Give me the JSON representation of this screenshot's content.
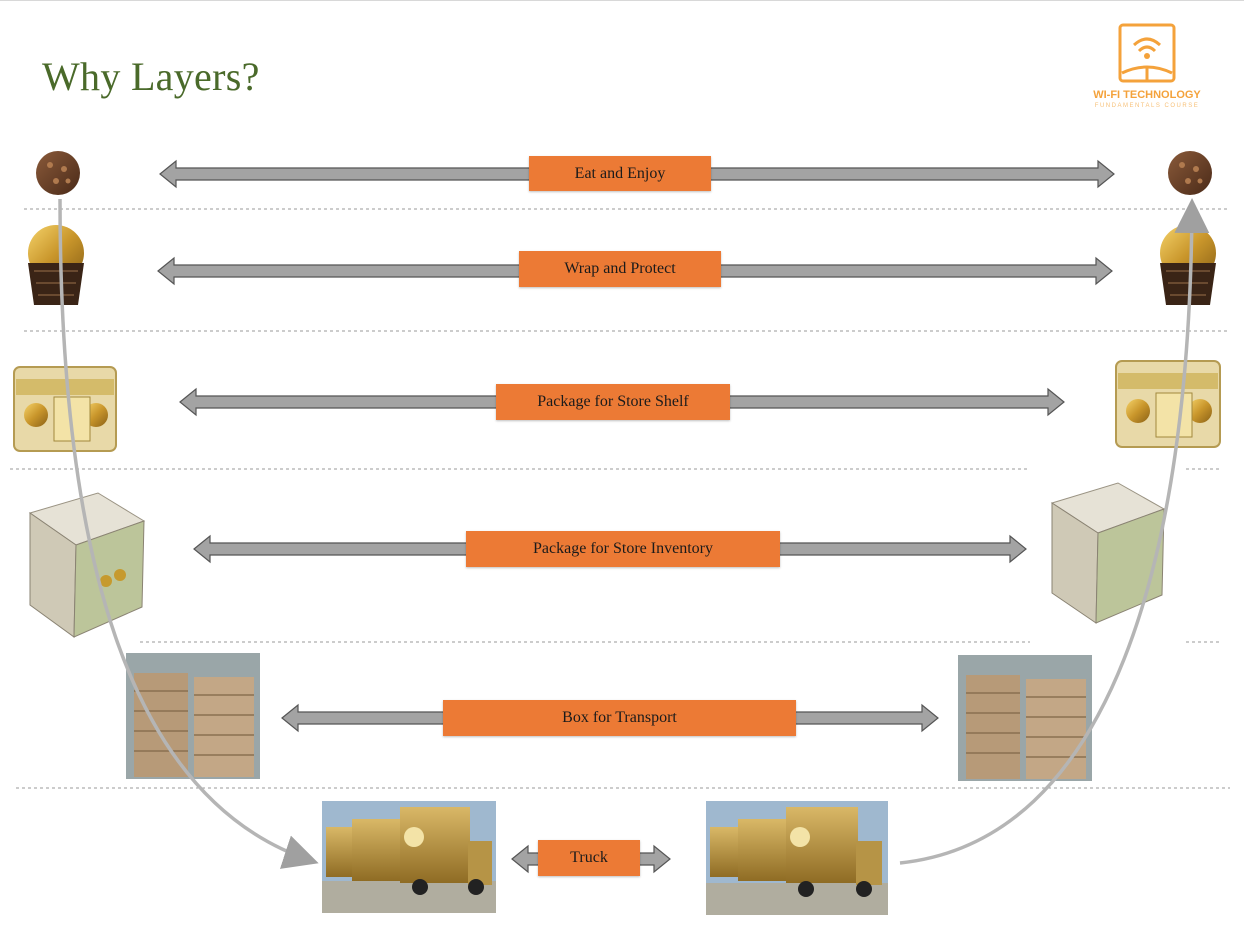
{
  "title": "Why Layers?",
  "logo": {
    "wordmark": "WI-FI TECHNOLOGY",
    "subtitle": "FUNDAMENTALS COURSE",
    "icon": "wifi-book-icon",
    "color": "#f4a23b"
  },
  "layers": [
    {
      "label": "Eat and Enjoy",
      "item": "chocolate-ball"
    },
    {
      "label": "Wrap and Protect",
      "item": "wrapped-chocolate"
    },
    {
      "label": "Package for Store Shelf",
      "item": "gift-box"
    },
    {
      "label": "Package for Store Inventory",
      "item": "shipping-carton"
    },
    {
      "label": "Box for Transport",
      "item": "pallet-stack"
    },
    {
      "label": "Truck",
      "item": "delivery-truck"
    }
  ],
  "colors": {
    "title": "#4a6a2a",
    "label_fill": "#ec7a35",
    "arrow_fill": "#a3a3a3",
    "flow_line": "#b5b5b5"
  }
}
